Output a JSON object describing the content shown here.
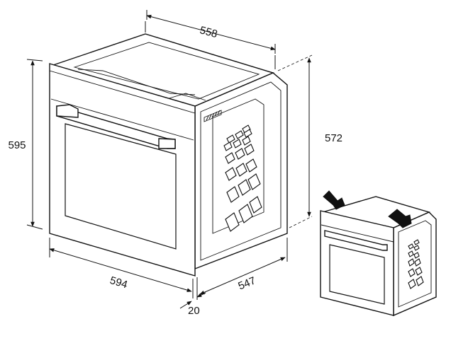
{
  "dimensions": {
    "top_width": "558",
    "height_front": "595",
    "height_side": "572",
    "front_width": "594",
    "depth": "547",
    "door_offset": "20"
  },
  "colors": {
    "line": "#111111",
    "background": "#ffffff"
  }
}
